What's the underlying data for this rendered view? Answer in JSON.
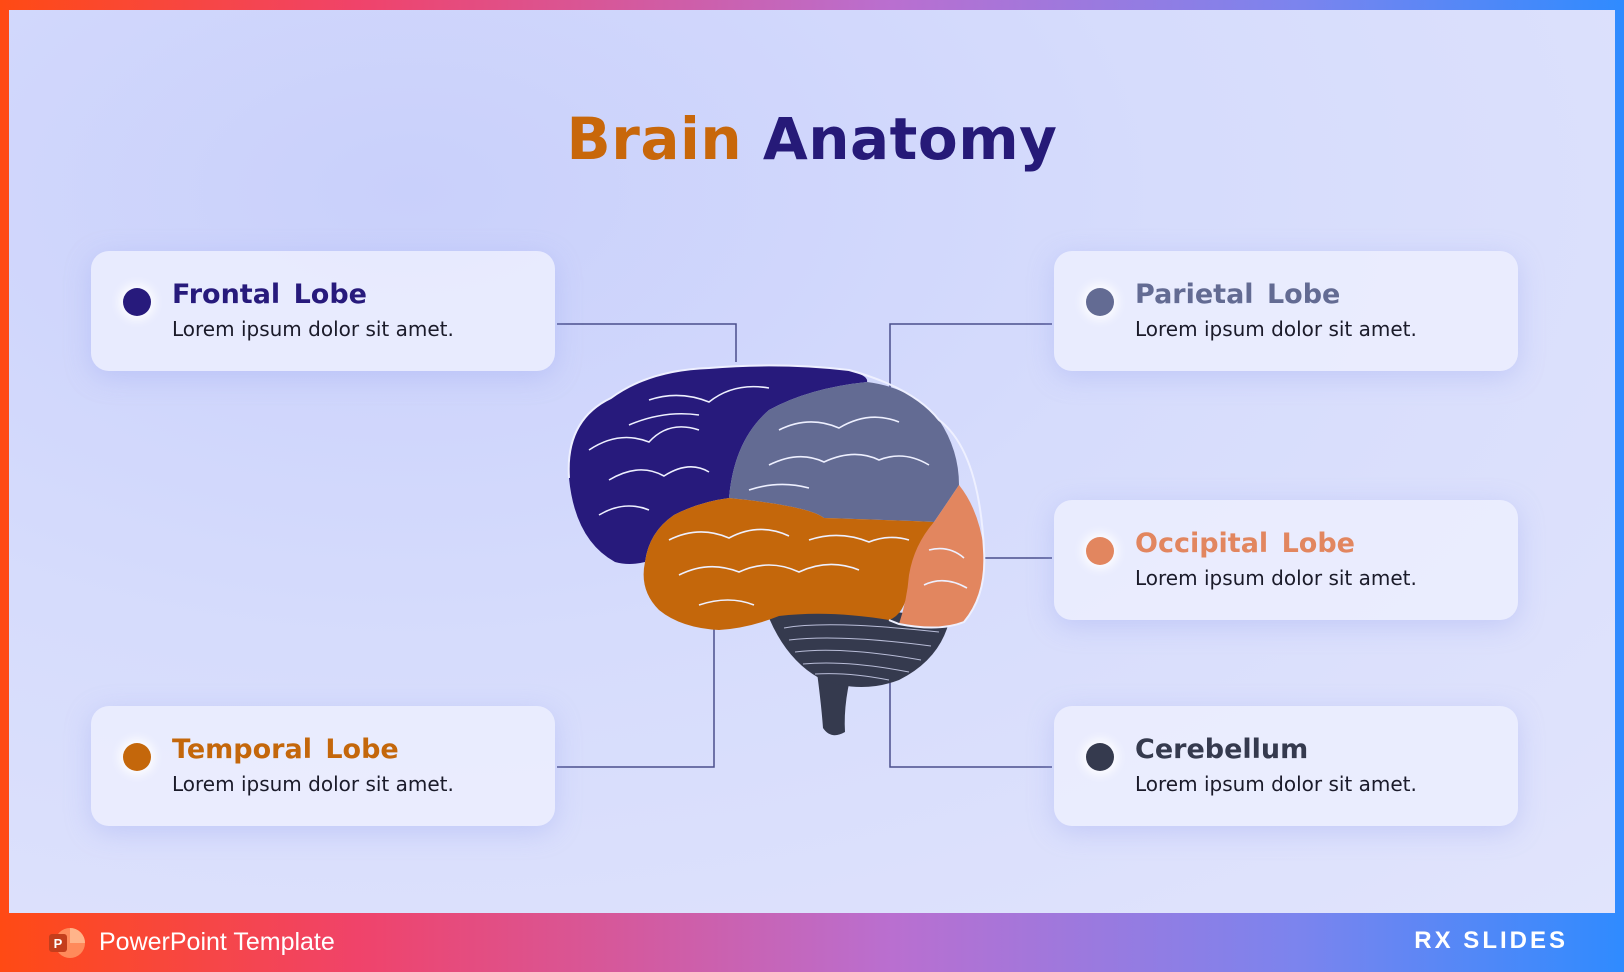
{
  "title": {
    "word1": "Brain",
    "word2": "Anatomy"
  },
  "colors": {
    "frontal": "#271a7c",
    "parietal": "#636b93",
    "temporal": "#c4670b",
    "occipital": "#e2865f",
    "cerebellum": "#353a4e",
    "connector": "#4a4f8c"
  },
  "cards": {
    "frontal": {
      "title": "Frontal  Lobe",
      "text": "Lorem ipsum dolor sit amet."
    },
    "parietal": {
      "title": "Parietal  Lobe",
      "text": "Lorem ipsum dolor sit amet."
    },
    "occipital": {
      "title": "Occipital  Lobe",
      "text": "Lorem ipsum dolor sit amet."
    },
    "temporal": {
      "title": "Temporal Lobe",
      "text": "Lorem ipsum dolor sit amet."
    },
    "cerebellum": {
      "title": "Cerebellum",
      "text": "Lorem ipsum dolor sit amet."
    }
  },
  "footer": {
    "label": "PowerPoint Template",
    "brand": "RX SLIDES",
    "app_icon": "powerpoint-icon"
  }
}
